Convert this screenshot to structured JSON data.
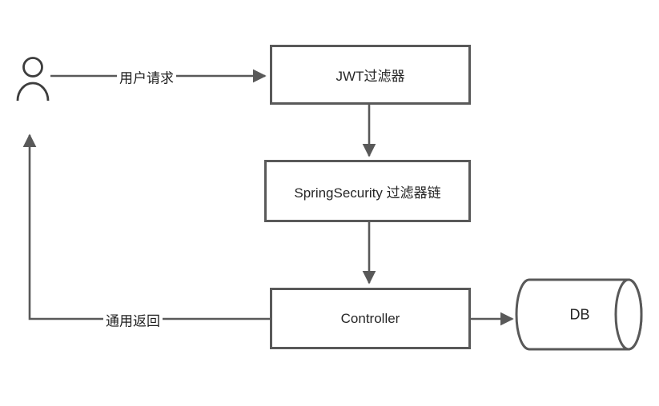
{
  "diagram": {
    "type": "flow-diagram",
    "background_color": "#ffffff",
    "stroke_color": "#595959",
    "text_color": "#262626",
    "nodes": {
      "user": {
        "shape": "actor",
        "icon": "user-icon",
        "label": ""
      },
      "jwt_filter": {
        "shape": "rectangle",
        "label": "JWT过滤器"
      },
      "security_chain": {
        "shape": "rectangle",
        "label": "SpringSecurity 过滤器链"
      },
      "controller": {
        "shape": "rectangle",
        "label": "Controller"
      },
      "db": {
        "shape": "cylinder",
        "label": "DB"
      }
    },
    "edges": [
      {
        "from": "user",
        "to": "jwt_filter",
        "label": "用户请求",
        "direction": "right"
      },
      {
        "from": "jwt_filter",
        "to": "security_chain",
        "label": "",
        "direction": "down"
      },
      {
        "from": "security_chain",
        "to": "controller",
        "label": "",
        "direction": "down"
      },
      {
        "from": "controller",
        "to": "db",
        "label": "",
        "direction": "right"
      },
      {
        "from": "controller",
        "to": "user",
        "label": "通用返回",
        "direction": "left-up"
      }
    ]
  }
}
